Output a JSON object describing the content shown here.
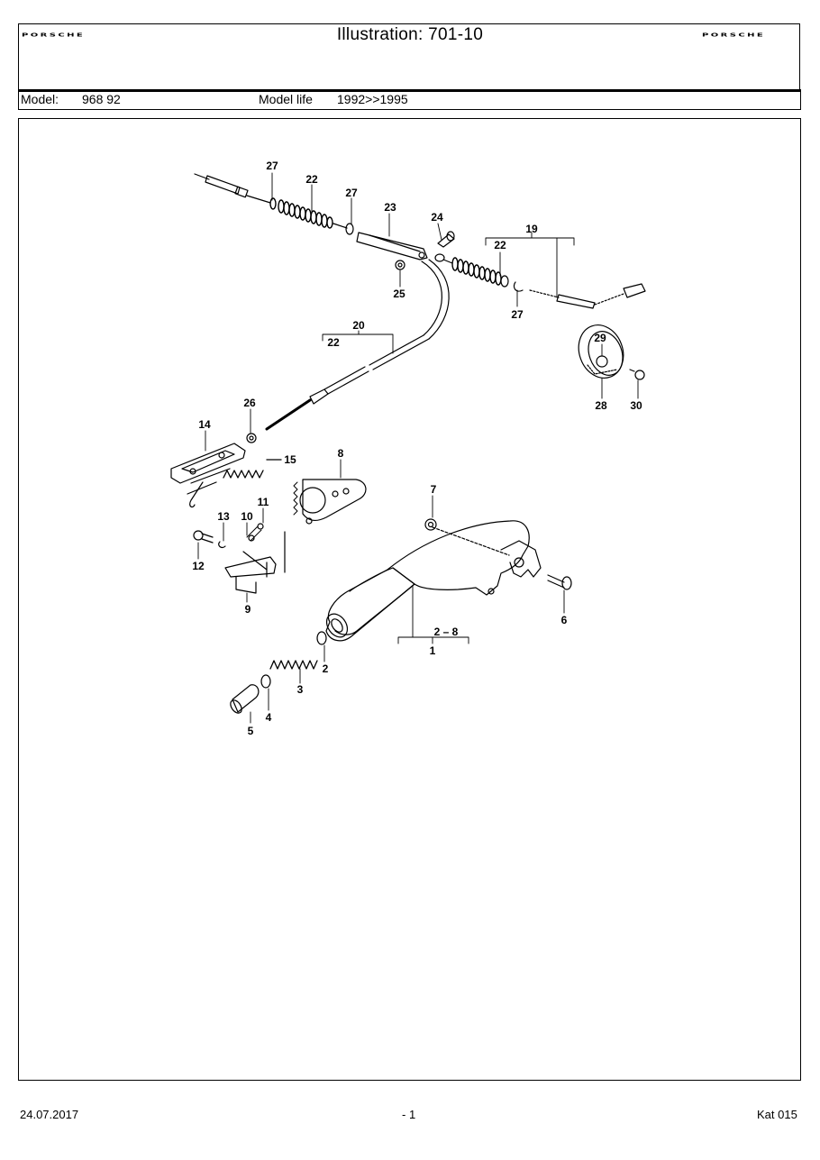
{
  "header": {
    "brand_left": "PORSCHE",
    "title": "Illustration: 701-10",
    "brand_right": "PORSCHE"
  },
  "model_row": {
    "model_label": "Model:",
    "model_value": "968 92",
    "life_label": "Model life",
    "life_value": "1992>>1995"
  },
  "callouts": {
    "c27a": "27",
    "c22a": "22",
    "c27b": "27",
    "c23": "23",
    "c24": "24",
    "c19": "19",
    "c22b": "22",
    "c25": "25",
    "c27c": "27",
    "c20": "20",
    "c22c": "22",
    "c29": "29",
    "c28": "28",
    "c30": "30",
    "c26": "26",
    "c14": "14",
    "c15": "15",
    "c8": "8",
    "c7": "7",
    "c11": "11",
    "c13": "13",
    "c10": "10",
    "c12": "12",
    "c9": "9",
    "c6": "6",
    "c2_8": "2 – 8",
    "c1": "1",
    "c2": "2",
    "c3": "3",
    "c4": "4",
    "c5": "5"
  },
  "footer": {
    "date": "24.07.2017",
    "page": "- 1",
    "catalog": "Kat 015"
  }
}
